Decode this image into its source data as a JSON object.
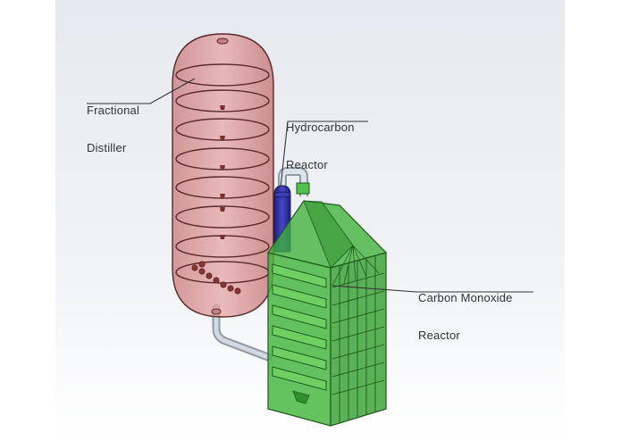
{
  "labels": {
    "fractional_distiller": [
      "Fractional",
      "Distiller"
    ],
    "hydrocarbon_reactor": [
      "Hydrocarbon",
      "Reactor"
    ],
    "carbon_monoxide_reactor": [
      "Carbon Monoxide",
      "Reactor"
    ]
  },
  "colors": {
    "background_top": "#e6e9ef",
    "distiller_fill": "#d98a8a",
    "distiller_stroke": "#5a2a2a",
    "hydrocarbon_reactor": "#2b2d9c",
    "co_reactor_fill": "#3fb23a",
    "co_reactor_stroke": "#1f5a1c",
    "pipe": "#aab4c2",
    "leader_line": "#333333"
  }
}
